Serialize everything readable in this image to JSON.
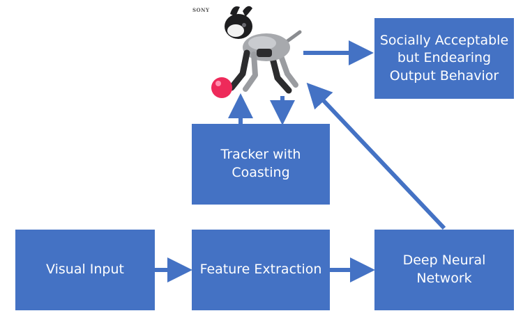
{
  "brand_text": "SONY",
  "boxes": {
    "visual_input": {
      "lines": [
        "Visual Input"
      ]
    },
    "feature_extraction": {
      "lines": [
        "Feature Extraction"
      ]
    },
    "deep_neural_network": {
      "lines": [
        "Deep Neural",
        "Network"
      ]
    },
    "tracker": {
      "lines": [
        "Tracker with",
        "Coasting"
      ]
    },
    "output": {
      "lines": [
        "Socially Acceptable",
        "but Endearing",
        "Output Behavior"
      ]
    }
  },
  "colors": {
    "box_fill": "#4472c4",
    "arrow": "#4472c4",
    "ball": "#ee2a5a",
    "robot_body": "#a7a9ad"
  },
  "icons": {
    "robot": "robot-dog-with-ball-icon"
  }
}
